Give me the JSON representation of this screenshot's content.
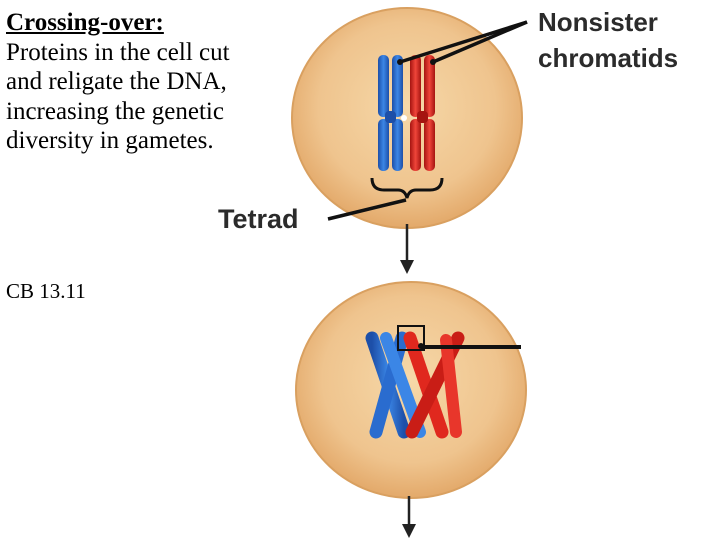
{
  "text": {
    "heading": "Crossing-over:",
    "lines": [
      "Proteins in the cell cut",
      "and religate the DNA,",
      "increasing the genetic",
      "diversity in gametes."
    ],
    "caption": "CB 13.11"
  },
  "diagram": {
    "label_nonsister_line1": "Nonsister",
    "label_nonsister_line2": "chromatids",
    "label_tetrad": "Tetrad"
  },
  "colors": {
    "cell_fill": "#efc48e",
    "cell_edge": "#d49a5c",
    "blue_chromatid": "#2a6ccf",
    "red_chromatid": "#e0281e",
    "pointer_line": "#111111"
  }
}
